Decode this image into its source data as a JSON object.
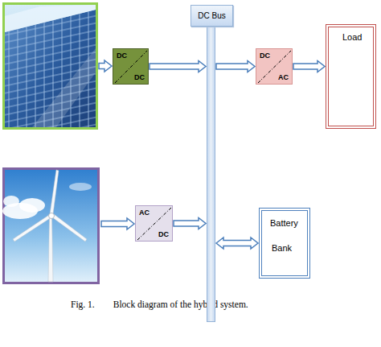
{
  "diagram": {
    "caption": "Fig. 1.        Block diagram of the hybrid system.",
    "nodes": [
      {
        "text": [
          "DC",
          "DC"
        ]
      },
      {
        "text": [
          "DC Bus"
        ]
      },
      {
        "text": [
          "DC",
          "AC"
        ]
      },
      {
        "text": [
          "Load"
        ]
      },
      {
        "text": [
          "AC",
          "DC"
        ]
      },
      {
        "text": [
          "Battery",
          "Bank"
        ]
      }
    ],
    "edges": [
      {
        "from": 0,
        "to": 1,
        "arrow": "to"
      },
      {
        "from": 1,
        "to": 2,
        "arrow": "to"
      },
      {
        "from": 2,
        "to": 3,
        "arrow": "to"
      },
      {
        "from": 4,
        "to": 1,
        "arrow": "to"
      },
      {
        "from": 1,
        "to": 5,
        "arrow": "both"
      }
    ]
  }
}
